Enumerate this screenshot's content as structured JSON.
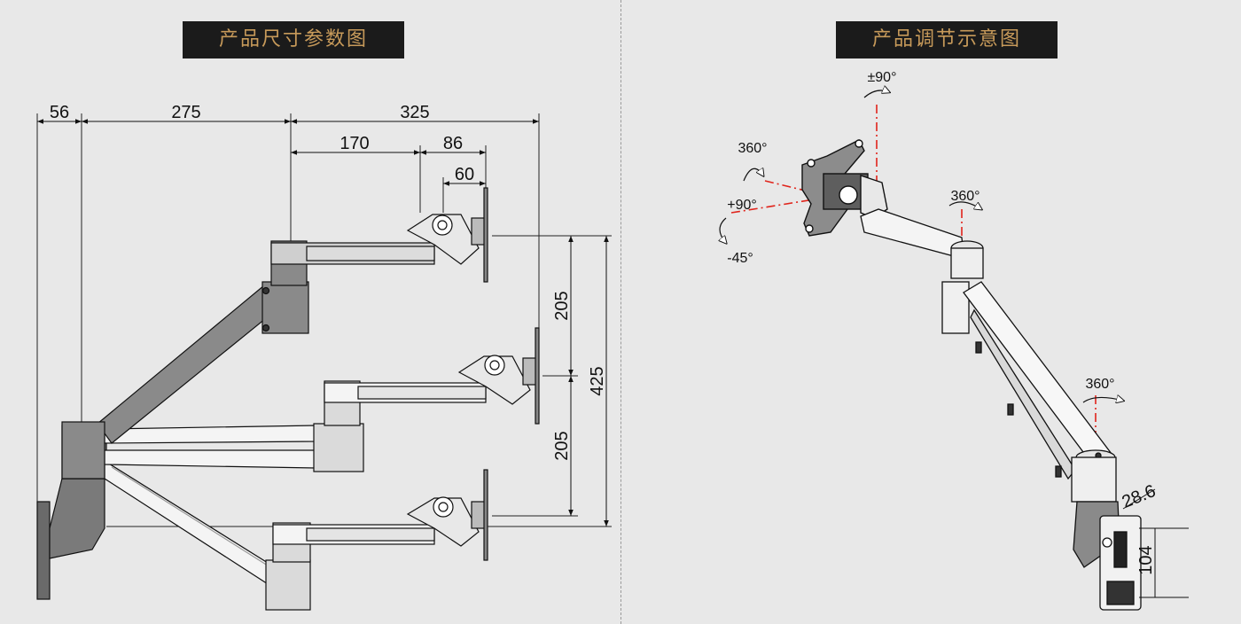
{
  "left": {
    "title": "产品尺寸参数图",
    "dims": {
      "d56": "56",
      "d275": "275",
      "d325": "325",
      "d170": "170",
      "d86": "86",
      "d60": "60",
      "d205a": "205",
      "d205b": "205",
      "d425": "425"
    }
  },
  "right": {
    "title": "产品调节示意图",
    "labels": {
      "tilt_pm90": "±90°",
      "rot_360_head": "360°",
      "swivel_p90": "+90°",
      "swivel_m45": "-45°",
      "joint_360_mid": "360°",
      "joint_360_base": "360°",
      "dim_28_6": "28.6",
      "dim_104": "104"
    }
  },
  "colors": {
    "background": "#e8e8e8",
    "banner_bg": "#1b1b1b",
    "banner_text": "#c79a5a",
    "arm_fill": "#8a8a8a",
    "arm_dark": "#5e5e5e",
    "axis_red": "#e0241b"
  }
}
